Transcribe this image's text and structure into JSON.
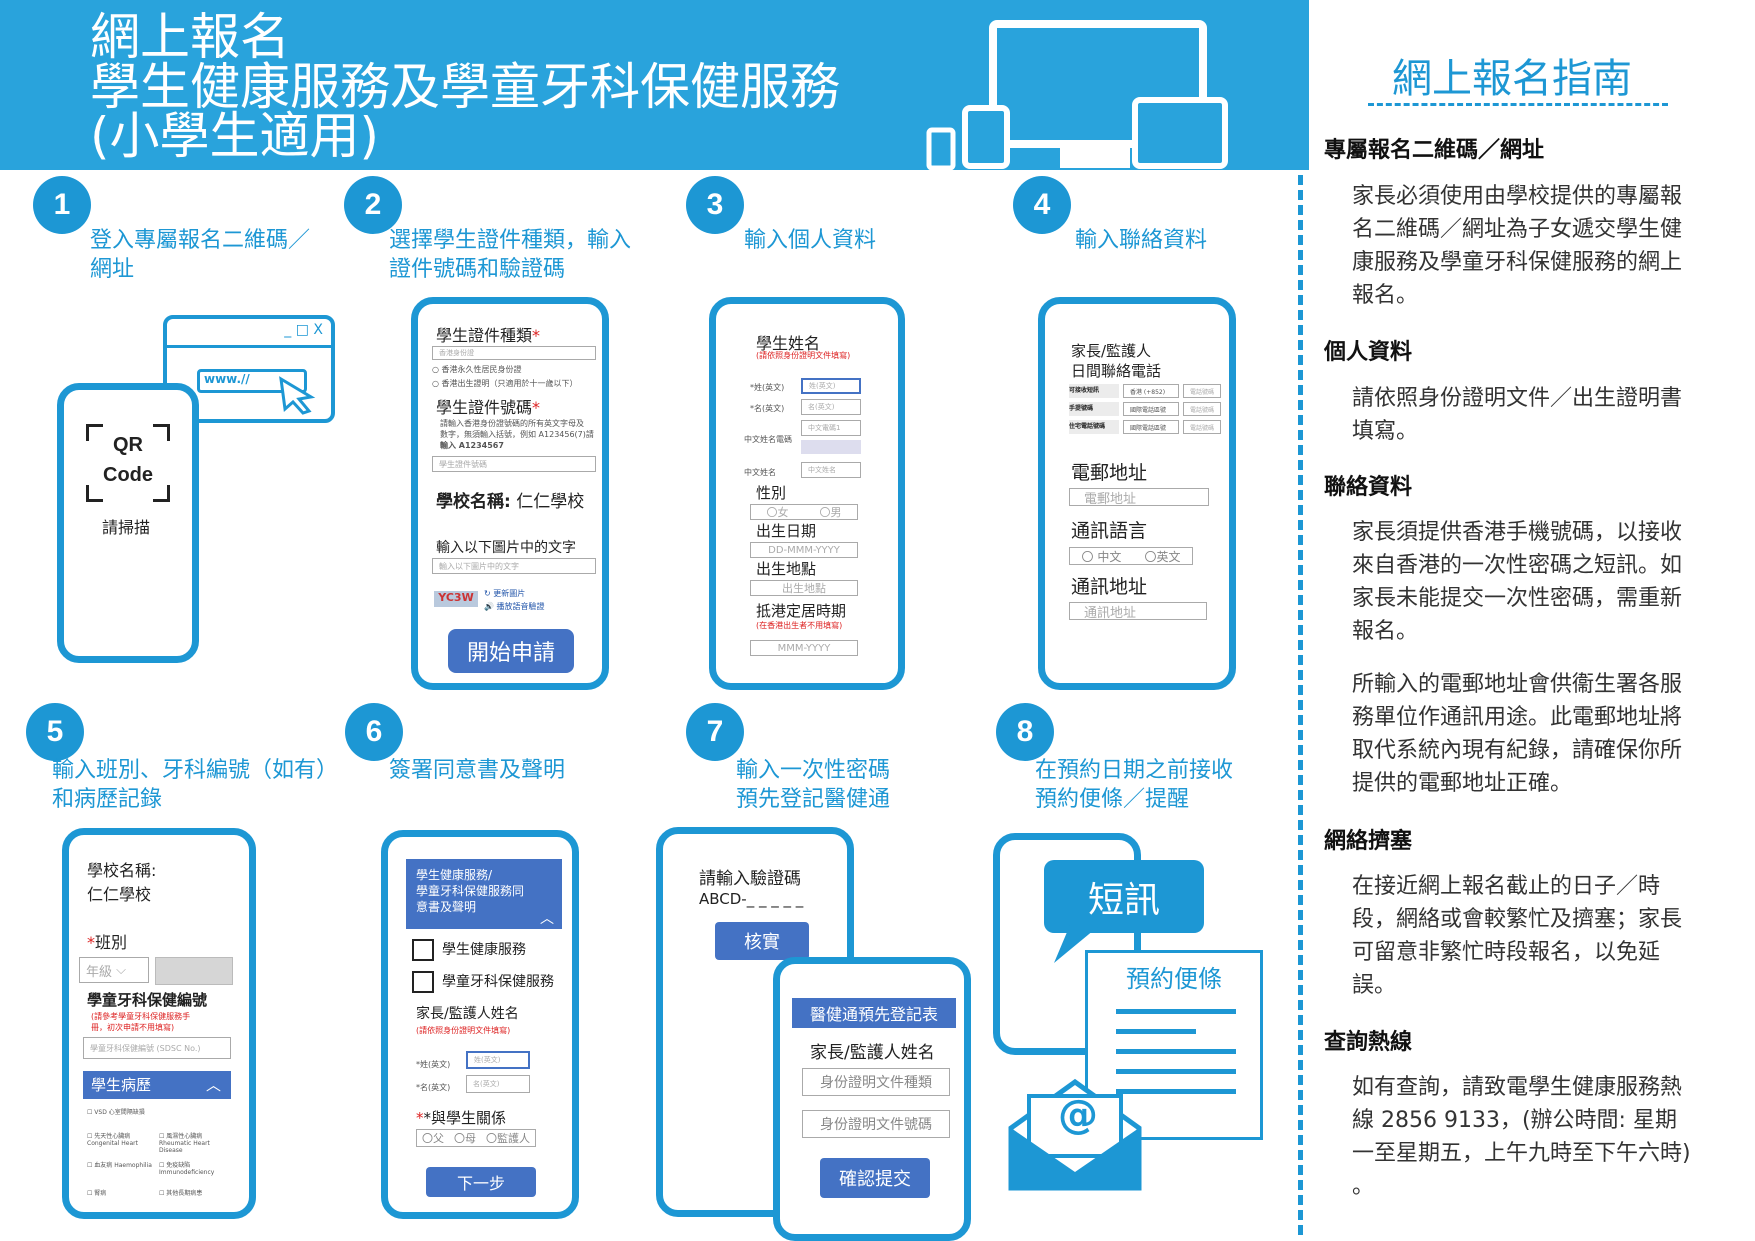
{
  "header": {
    "line1": "網上報名",
    "line2": "學生健康服務及學童牙科保健服務",
    "line3": "(小學生適用)"
  },
  "steps": [
    {
      "num": "1",
      "title1": "登入專屬報名二維碼／",
      "title2": "網址"
    },
    {
      "num": "2",
      "title1": "選擇學生證件種類，輸入",
      "title2": "證件號碼和驗證碼"
    },
    {
      "num": "3",
      "title1": "輸入個人資料",
      "title2": ""
    },
    {
      "num": "4",
      "title1": "輸入聯絡資料",
      "title2": ""
    },
    {
      "num": "5",
      "title1": "輸入班別、牙科編號（如有）",
      "title2": "和病歷記錄"
    },
    {
      "num": "6",
      "title1": "簽署同意書及聲明",
      "title2": ""
    },
    {
      "num": "7",
      "title1": "輸入一次性密碼",
      "title2": "預先登記醫健通"
    },
    {
      "num": "8",
      "title1": "在預約日期之前接收",
      "title2": "預約便條／提醒"
    }
  ],
  "p1": {
    "www": "www.//",
    "qr1": "QR",
    "qr2": "Code",
    "scan": "請掃描",
    "winctl": "_ □ X"
  },
  "p2": {
    "doc_type": "學生證件種類",
    "opt1": "香港身份證",
    "opt2": "香港永久性居民身份證",
    "opt3": "香港出生證明（只適用於十一歲以下）",
    "doc_no": "學生證件號碼",
    "doc_note1": "請輸入香港身份證號碼的所有英文字母及",
    "doc_note2": "數字，無須輸入括號，例如 A123456(7)請",
    "doc_note3": "輸入 A1234567",
    "doc_ph": "學生證件號碼",
    "school_label": "學校名稱:",
    "school_name": "仁仁學校",
    "captcha_prompt": "輸入以下圖片中的文字",
    "captcha_ph": "輸入以下圖片中的文字",
    "captcha_img": "YC3W",
    "refresh": "更新圖片",
    "audio": "播放語音驗證",
    "start": "開始申請"
  },
  "p3": {
    "name": "學生姓名",
    "name_note": "(請依照身份證明文件填寫)",
    "surname": "*姓(英文)",
    "surname_ph": "姓(英文)",
    "given": "*名(英文)",
    "given_ph": "名(英文)",
    "ccode": "中文姓名電碼",
    "ccode_ph": "中文電碼1",
    "cname": "中文姓名",
    "cname_ph": "中文姓名",
    "sex": "性別",
    "female": "〇女",
    "male": "〇男",
    "dob": "出生日期",
    "dob_ph": "DD-MMM-YYYY",
    "pob": "出生地點",
    "pob_ph": "出生地點",
    "arrive": "抵港定居時期",
    "arrive_note": "(在香港出生者不用填寫)",
    "arrive_ph": "MMM-YYYY"
  },
  "p4": {
    "contact1": "家長/監護人",
    "contact2": "日間聯絡電話",
    "rows": [
      [
        "可接收短訊",
        "香港 (+852)",
        "電話號碼"
      ],
      [
        "手提號碼",
        "國際電話區號",
        "電話號碼"
      ],
      [
        "住宅電話號碼",
        "國際電話區號",
        "電話號碼"
      ]
    ],
    "email": "電郵地址",
    "email_ph": "電郵地址",
    "lang": "通訊語言",
    "zh": "〇 中文",
    "en": "〇英文",
    "addr": "通訊地址",
    "addr_ph": "通訊地址"
  },
  "p5": {
    "school_label": "學校名稱:",
    "school_name": "仁仁學校",
    "class_label": "班別",
    "grade_ph": "年級",
    "dental_no": "學童牙科保健編號",
    "dental_note1": "(請參考學童牙科保健服務手",
    "dental_note2": "冊，初次申請不用填寫)",
    "dental_ph": "學童牙科保健編號 (SDSC No.)",
    "history": "學生病歷",
    "row1": "VSD 心室間隔缺損",
    "row2a": "先天性心臟病 Congenital Heart",
    "row2b": "風濕性心臟病 Rheumatic Heart Disease",
    "row3a": "血友病 Haemophilia",
    "row3b": "免疫缺陷 Immunodeficiency",
    "row4a": "腎病",
    "row4b": "其他長期病患"
  },
  "p6": {
    "consent1": "學生健康服務/",
    "consent2": "學童牙科保健服務同",
    "consent3": "意書及聲明",
    "svc1": "學生健康服務",
    "svc2": "學童牙科保健服務",
    "guardian": "家長/監護人姓名",
    "guardian_note": "(請依照身份證明文件填寫)",
    "surname": "*姓(英文)",
    "surname_ph": "姓(英文)",
    "given": "*名(英文)",
    "given_ph": "名(英文)",
    "relation": "*與學生關係",
    "father": "〇父",
    "mother": "〇母",
    "guard": "〇監護人",
    "next": "下一步"
  },
  "p7": {
    "prompt": "請輸入驗證碼",
    "code": "ABCD-_ _ _ _ _",
    "verify": "核實",
    "ehealth": "醫健通預先登記表",
    "gname": "家長/監護人姓名",
    "idtype_ph": "身份證明文件種類",
    "idno_ph": "身份證明文件號碼",
    "confirm": "確認提交"
  },
  "p8": {
    "sms": "短訊",
    "slip": "預約便條",
    "at": "@"
  },
  "sidebar": {
    "title": "網上報名指南",
    "sections": [
      {
        "h": "專屬報名二維碼／網址",
        "p": [
          "家長必須使用由學校提供的專屬報名二維碼／網址為子女遞交學生健康服務及學童牙科保健服務的網上報名。"
        ]
      },
      {
        "h": "個人資料",
        "p": [
          "請依照身份證明文件／出生證明書填寫。"
        ]
      },
      {
        "h": "聯絡資料",
        "p": [
          "家長須提供香港手機號碼，以接收來自香港的一次性密碼之短訊。如家長未能提交一次性密碼，需重新報名。",
          "所輸入的電郵地址會供衞生署各服務單位作通訊用途。此電郵地址將取代系統內現有紀錄，請確保你所提供的電郵地址正確。"
        ]
      },
      {
        "h": "網絡擠塞",
        "p": [
          "在接近網上報名截止的日子／時段，網絡或會較繁忙及擠塞；家長可留意非繁忙時段報名，以免延誤。"
        ]
      },
      {
        "h": "查詢熱線",
        "p": [
          "如有查詢，請致電學生健康服務熱線 2856 9133，(辦公時間: 星期一至星期五，上午九時至下午六時) 。"
        ]
      }
    ]
  },
  "colors": {
    "header": "#29a3dc",
    "accent": "#1d97d4",
    "button": "#4472c4"
  }
}
